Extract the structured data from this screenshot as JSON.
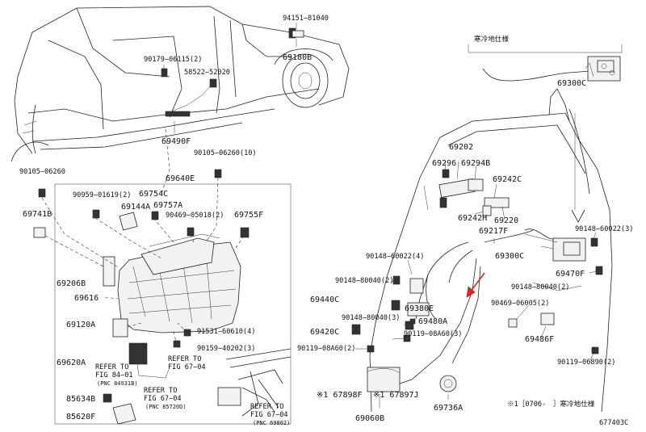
{
  "diagram_id": "677403C",
  "variant_label": "寒冷地仕様",
  "footnote": "※1［0706‐　］寒冷地仕様",
  "accent_color": "#e02020",
  "parts": {
    "p94151": "94151−81040",
    "p69180B": "69180B",
    "p90179": "90179−06115(2)",
    "p58522": "58522−52020",
    "p69490F": "69490F",
    "p90105_10": "90105−06260(10)",
    "p90105_l": "90105−06260",
    "p69640E": "69640E",
    "p90959": "90959−01619(2)",
    "p69754C": "69754C",
    "p69144A": "69144A",
    "p69757A": "69757A",
    "p90469_2": "90469−05018(2)",
    "p69755F": "69755F",
    "p69741B": "69741B",
    "p69206B": "69206B",
    "p69616": "69616",
    "p69120A": "69120A",
    "p91531": "91531−60610(4)",
    "p90159": "90159−40202(3)",
    "p69620A": "69620A",
    "refer_to": "REFER TO",
    "fig84": "FIG 84−01",
    "pnc84931": "(PNC 84931B)",
    "fig67a": "FIG 67−04",
    "fig67b": "FIG 67−04",
    "pnc85720": "(PNC 85720D)",
    "pnc69802": "(PNC 69802)",
    "p85634B": "85634B",
    "p85620F": "85620F",
    "p69300C_top": "69300C",
    "p69202": "69202",
    "p69296": "69296",
    "p69294B": "69294B",
    "p69242C": "69242C",
    "p69242H": "69242H",
    "p69220": "69220",
    "p69217F": "69217F",
    "p90148_60022_4": "90148−60022(4)",
    "p69300C_mid": "69300C",
    "p90148_60022_3": "90148−60022(3)",
    "p90148_80040_2a": "90148−80040(2)",
    "p69440C": "69440C",
    "p69470F": "69470F",
    "p90148_80040_2b": "90148−80040(2)",
    "p69380E": "69380E",
    "p90148_80040_3": "90148−80040(3)",
    "p69480A": "69480A",
    "p90469_06005": "90469−06005(2)",
    "p69420C": "69420C",
    "p90119_08A60_3": "90119−08A60(3)",
    "p90119_08A60_2": "90119−08A60(2)",
    "p69486F": "69486F",
    "p90119_06890": "90119−06890(2)",
    "p67898F": "67898F",
    "p67897J": "67897J",
    "p69060B": "69060B",
    "p69736A": "69736A"
  }
}
